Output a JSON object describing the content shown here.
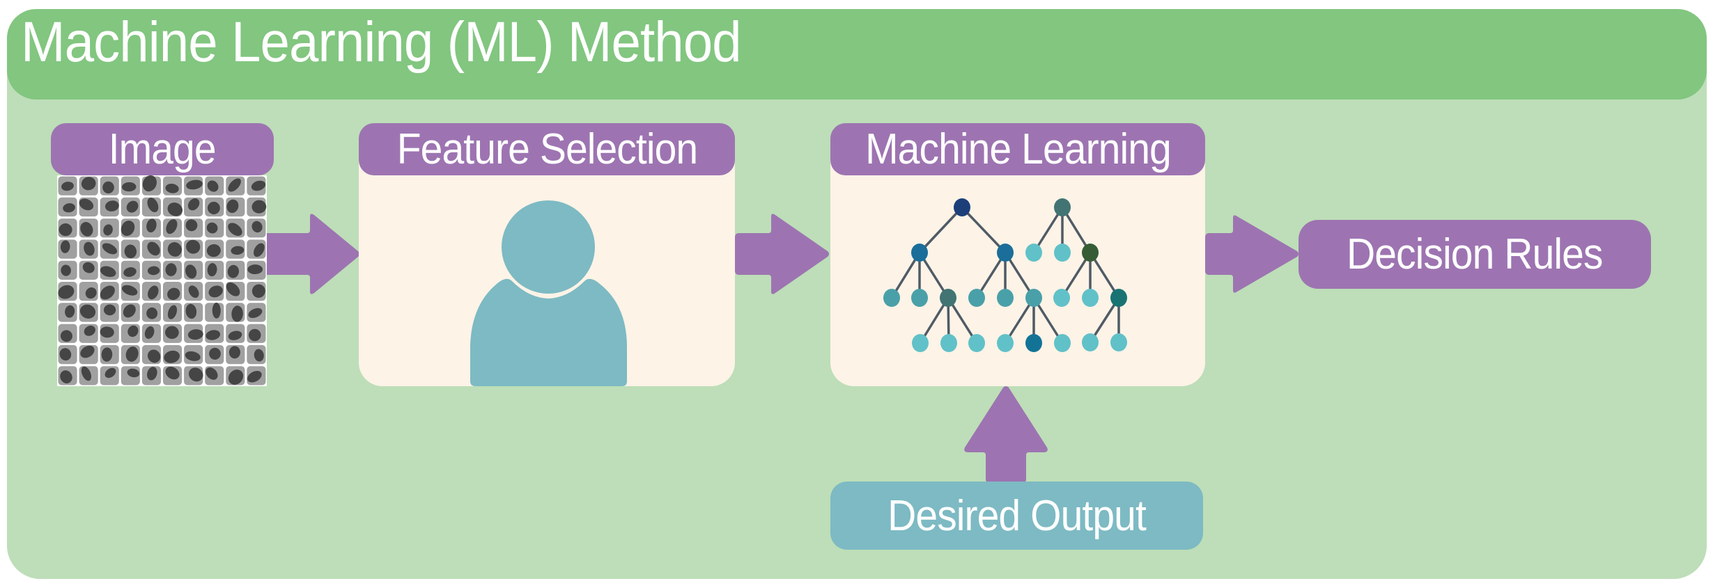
{
  "title": "Machine Learning (ML) Method",
  "colors": {
    "panel_bg": "#bddeb8",
    "header_bg": "#82c680",
    "label_purple": "#9d74b1",
    "box_cream": "#fdf3e7",
    "teal": "#7dbac3",
    "tree_edge": "#4f5b66"
  },
  "steps": {
    "image": {
      "label": "Image",
      "icon": "cell-tissue-image"
    },
    "feature_selection": {
      "label": "Feature Selection",
      "icon": "person-icon"
    },
    "machine_learning": {
      "label": "Machine Learning",
      "icon": "decision-tree-forest-icon"
    },
    "decision_rules": {
      "label": "Decision Rules"
    },
    "desired_output": {
      "label": "Desired Output"
    }
  },
  "arrows": [
    {
      "from": "Image",
      "to": "Feature Selection",
      "direction": "right"
    },
    {
      "from": "Feature Selection",
      "to": "Machine Learning",
      "direction": "right"
    },
    {
      "from": "Machine Learning",
      "to": "Decision Rules",
      "direction": "right"
    },
    {
      "from": "Desired Output",
      "to": "Machine Learning",
      "direction": "up"
    }
  ]
}
